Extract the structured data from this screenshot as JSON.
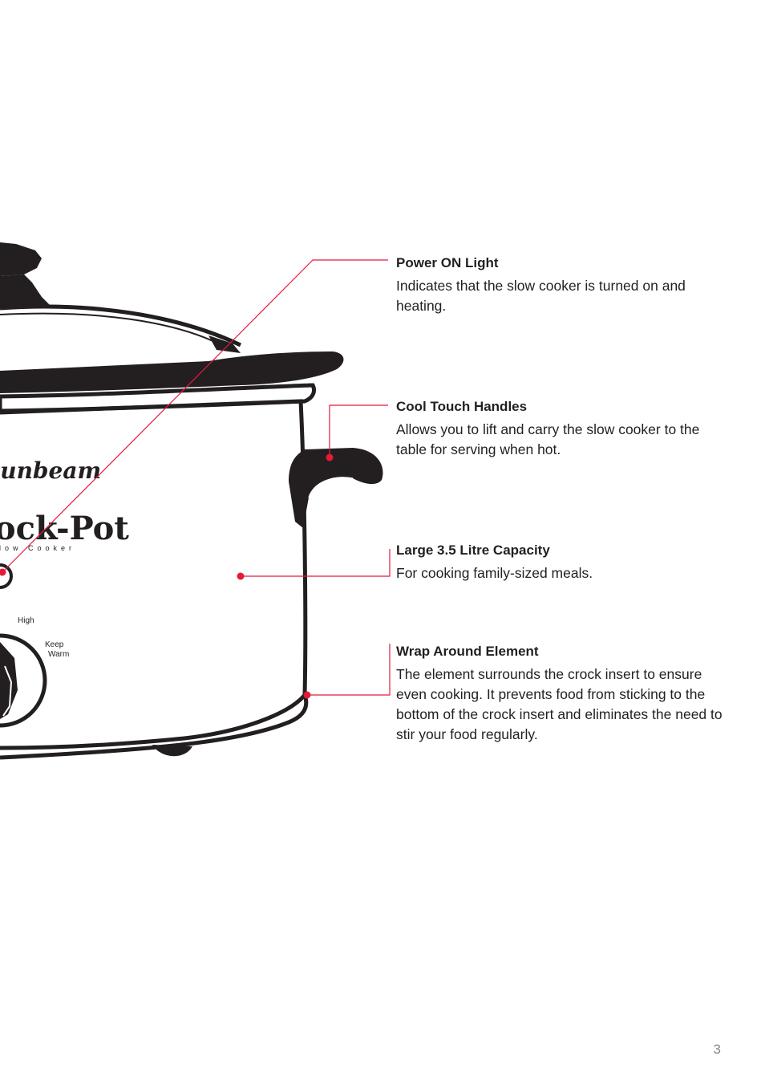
{
  "appliance": {
    "brand_logo": "Sunbeam",
    "product_logo": "Crock-Pot",
    "product_tagline": "Slow Cooker",
    "dial_labels": [
      "High",
      "Keep Warm"
    ]
  },
  "callouts": [
    {
      "title": "Power ON Light",
      "body": "Indicates that the slow cooker is turned on and heating."
    },
    {
      "title": "Cool Touch Handles",
      "body": "Allows you to lift and carry the slow cooker to the table for serving when hot."
    },
    {
      "title": "Large 3.5 Litre Capacity",
      "body": "For cooking family-sized meals."
    },
    {
      "title": "Wrap Around Element",
      "body": "The element surrounds the crock insert to ensure even cooking. It prevents food from sticking to the bottom of the crock insert and eliminates the need to stir your food regularly."
    }
  ],
  "page_number": "3",
  "colors": {
    "leader_line": "#e31b38",
    "ink": "#231f20"
  }
}
